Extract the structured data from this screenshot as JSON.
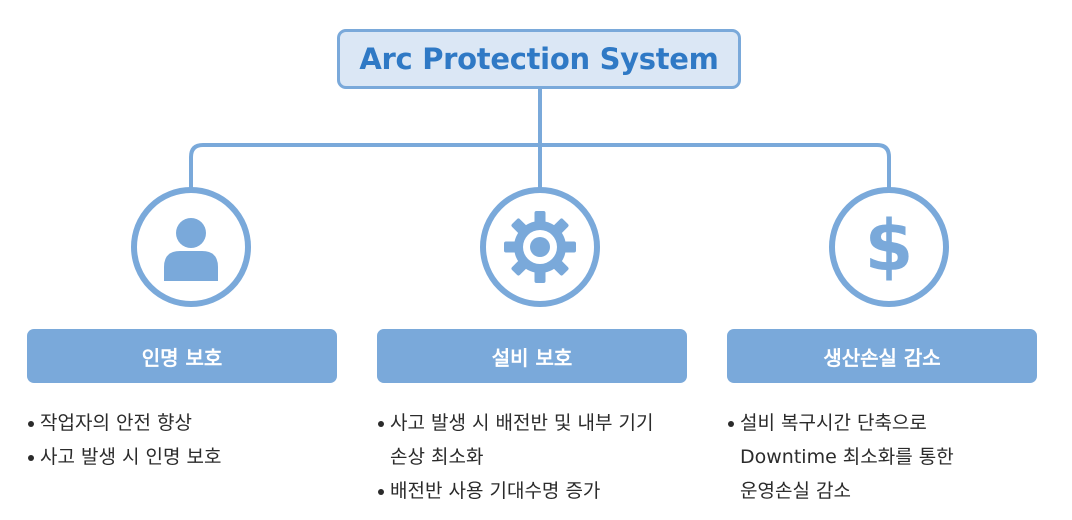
{
  "title": "Arc Protection System",
  "colors": {
    "accent": "#7aa9da",
    "title_text": "#2f79c5",
    "title_fill": "#dbe7f5"
  },
  "branches": [
    {
      "icon": "person-icon",
      "label": "인명 보호",
      "bullets": [
        "작업자의 안전 향상",
        "사고 발생 시 인명 보호"
      ]
    },
    {
      "icon": "gear-icon",
      "label": "설비 보호",
      "bullets": [
        "사고 발생 시 배전반 및 내부 기기",
        "손상 최소화",
        "배전반 사용 기대수명 증가"
      ]
    },
    {
      "icon": "dollar-icon",
      "label": "생산손실 감소",
      "bullets": [
        "설비 복구시간 단축으로",
        "Downtime 최소화를 통한",
        "운영손실 감소"
      ]
    }
  ]
}
